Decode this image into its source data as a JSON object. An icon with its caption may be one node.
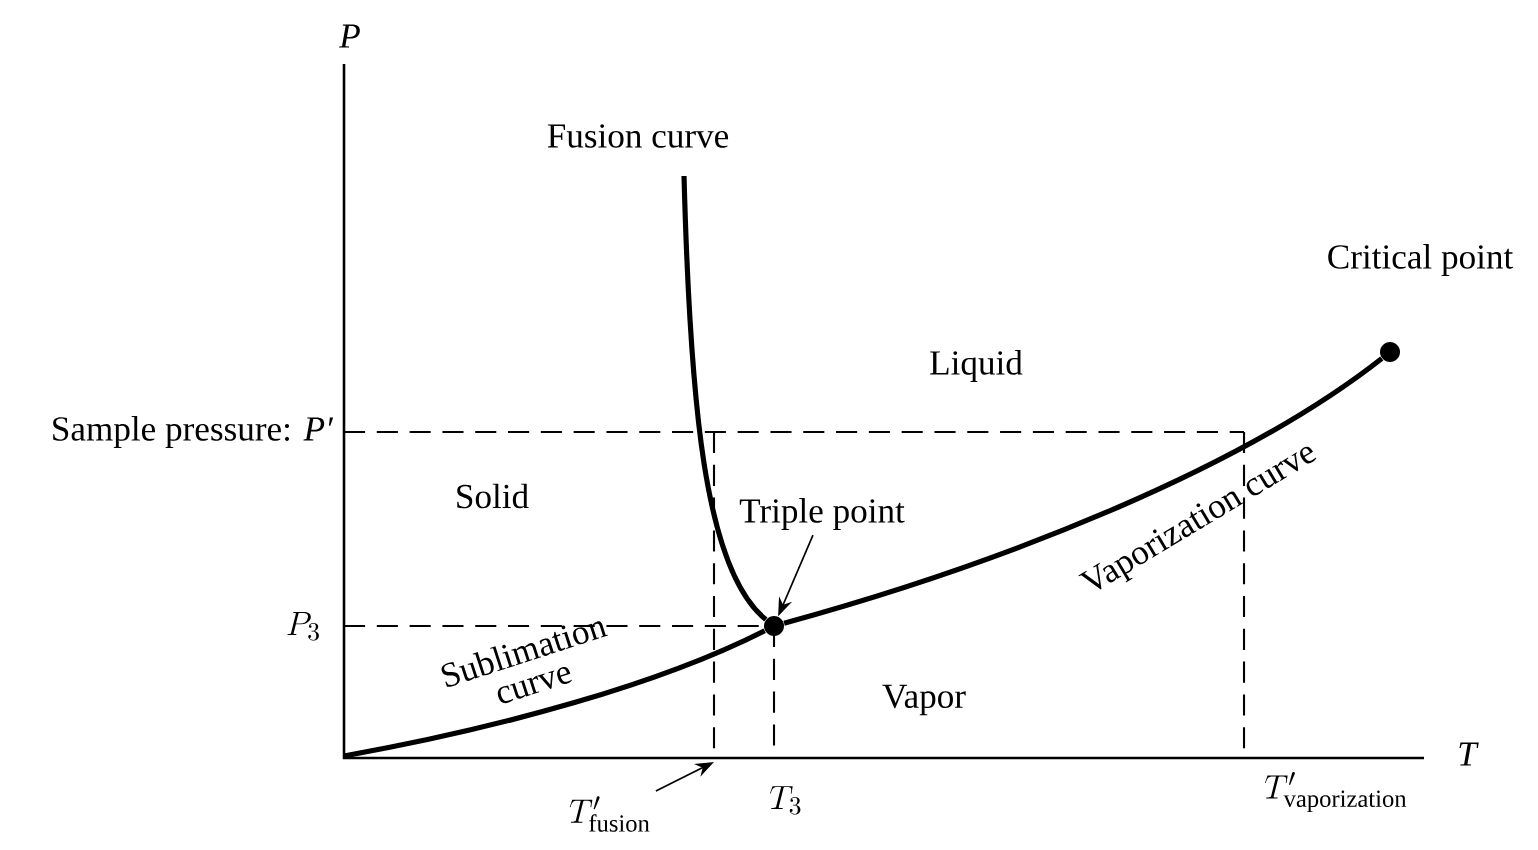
{
  "diagram": {
    "nodes": [
      {
        "text": [],
        "shape": "circle"
      },
      {
        "text": [],
        "shape": "circle",
        "beside": [
          "Critical point"
        ]
      },
      {
        "text": [
          "Triple point"
        ]
      },
      {
        "text": [
          "T'_{\\mathrm{fusion}}"
        ]
      }
    ],
    "edges": [
      {
        "from": 2,
        "to": 0,
        "arrow": "to"
      },
      {
        "from": 3,
        "to": null,
        "arrow": "to"
      },
      {
        "from": 0,
        "to": 1,
        "arrow": "none",
        "label": "Vaporization curve"
      },
      {
        "from": null,
        "to": 0,
        "arrow": "none",
        "label": "Sublimation curve"
      },
      {
        "from": null,
        "to": 0,
        "arrow": "none"
      }
    ],
    "labels": [
      "*P*",
      "Fusion curve",
      "Liquid",
      "Sample pressure: *P′*",
      "Solid",
      "P_{3}",
      "Vapor",
      "*T*",
      "T_{3}",
      "T'_{\\mathrm{vaporization}}"
    ]
  }
}
